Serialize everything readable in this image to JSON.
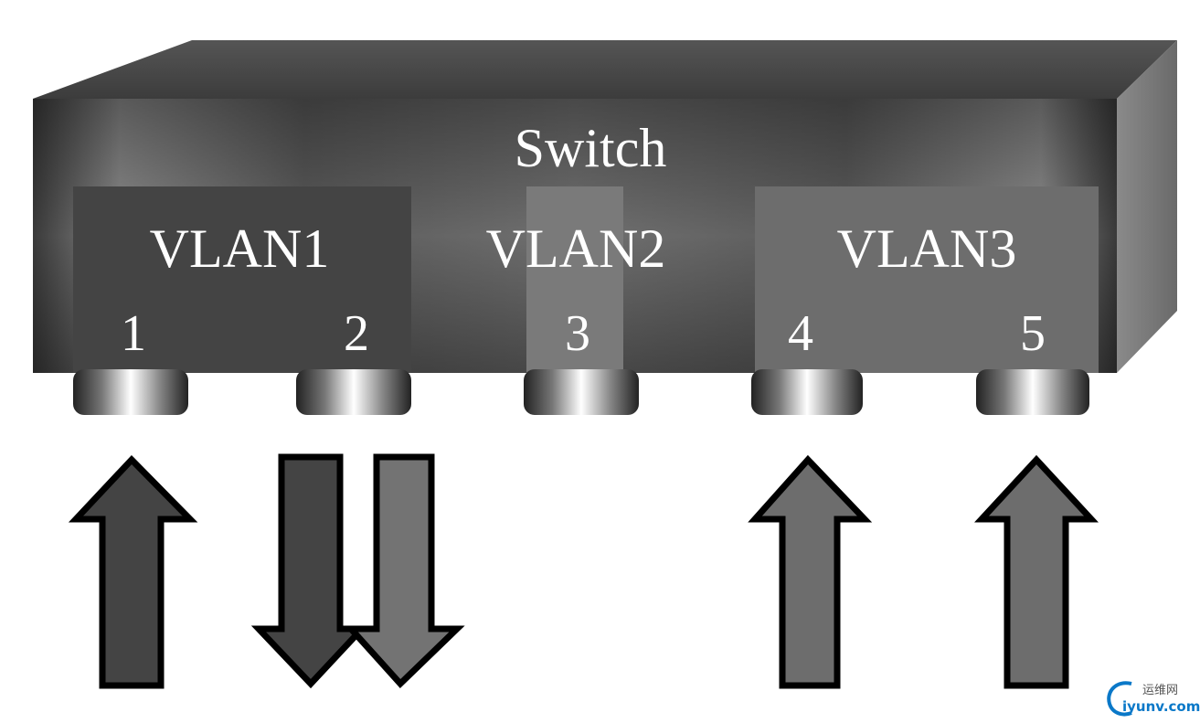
{
  "switch": {
    "label": "Switch"
  },
  "vlans": [
    {
      "label": "VLAN1",
      "color": "#444444"
    },
    {
      "label": "VLAN2",
      "color": "#7a7a7a"
    },
    {
      "label": "VLAN3",
      "color": "#6d6d6d"
    }
  ],
  "ports": [
    {
      "label": "1",
      "traffic": "up"
    },
    {
      "label": "2",
      "traffic": "down-pair"
    },
    {
      "label": "3",
      "traffic": "none"
    },
    {
      "label": "4",
      "traffic": "up"
    },
    {
      "label": "5",
      "traffic": "up"
    }
  ],
  "arrow_colors": {
    "vlan1": "#444444",
    "vlan2": "#737373",
    "vlan3": "#6d6d6d"
  },
  "watermark": {
    "top": "运维网",
    "bottom": "iyunv.com"
  }
}
